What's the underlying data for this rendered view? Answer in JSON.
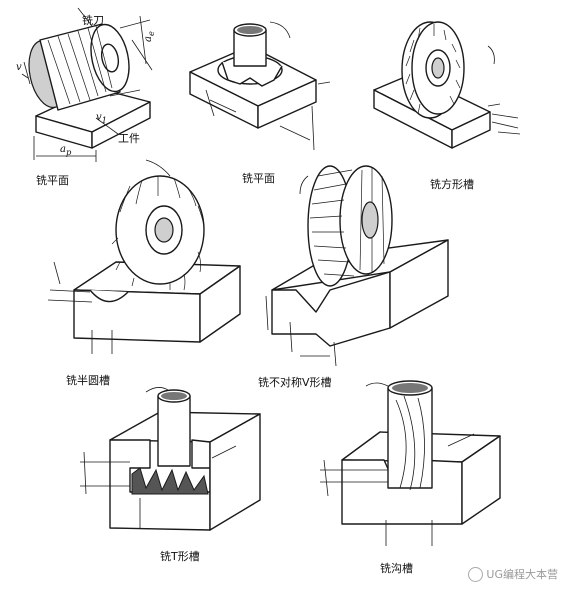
{
  "diagram": {
    "panels": [
      {
        "id": "face-milling-1",
        "caption": "铣平面"
      },
      {
        "id": "face-milling-2",
        "caption": "铣平面"
      },
      {
        "id": "square-groove",
        "caption": "铣方形槽"
      },
      {
        "id": "semicircle-groove",
        "caption": "铣半圆槽"
      },
      {
        "id": "asym-v-groove",
        "caption": "铣不对称V形槽"
      },
      {
        "id": "t-slot",
        "caption": "铣T形槽"
      },
      {
        "id": "channel-groove",
        "caption": "铣沟槽"
      }
    ],
    "labels": {
      "cutter": "铣刀",
      "workpiece": "工件",
      "v": "v",
      "v1": "v",
      "v1_sub": "1",
      "ae": "a",
      "ae_sub": "e",
      "ap": "a",
      "ap_sub": "p"
    }
  },
  "watermark": {
    "text": "UG编程大本营",
    "icon": "wechat-icon"
  }
}
